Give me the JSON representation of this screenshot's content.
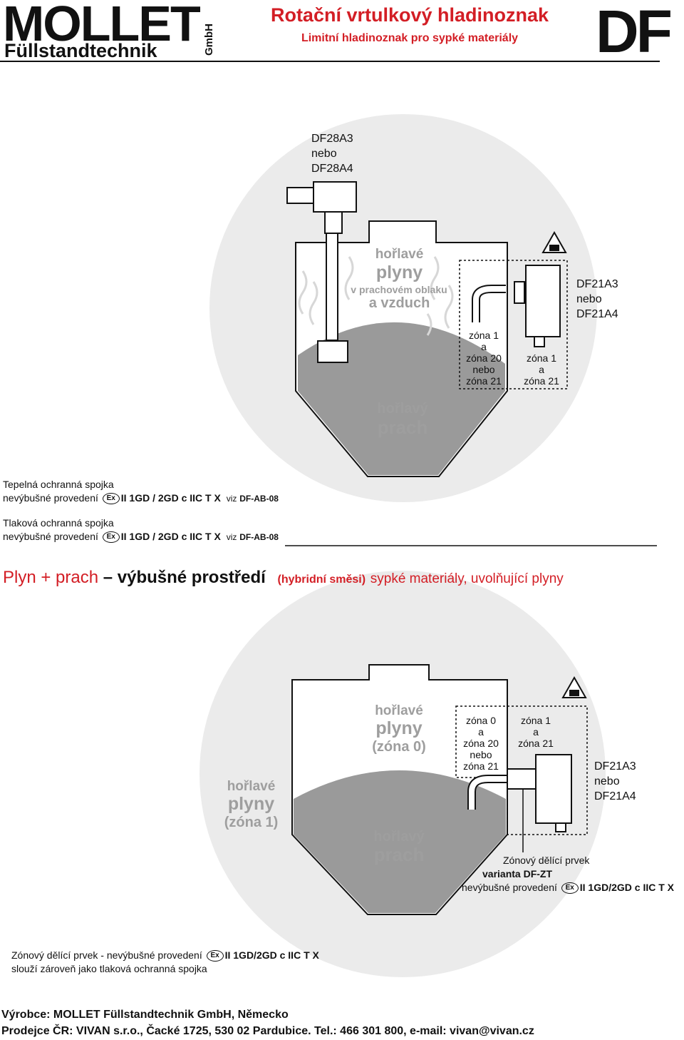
{
  "header": {
    "logo_main": "MOLLET",
    "logo_sub": "Füllstandtechnik",
    "logo_gmbh": "GmbH",
    "title": "Rotační vrtulkový hladinoznak",
    "subtitle": "Limitní hladinoznak pro sypké materiály",
    "product_mark": "DF"
  },
  "diagram1": {
    "model_top_1": "DF28A3",
    "model_top_2": "nebo",
    "model_top_3": "DF28A4",
    "gas_1": "hořlavé",
    "gas_2": "plyny",
    "gas_3": "v prachovém oblaku",
    "gas_4": "a vzduch",
    "zone_left_1": "zóna 1",
    "zone_left_2": "a",
    "zone_left_3": "zóna 20",
    "zone_left_4": "nebo",
    "zone_left_5": "zóna 21",
    "zone_right_1": "zóna 1",
    "zone_right_2": "a",
    "zone_right_3": "zóna 21",
    "model_side_1": "DF21A3",
    "model_side_2": "nebo",
    "model_side_3": "DF21A4",
    "dust_1": "hořlavý",
    "dust_2": "prach"
  },
  "notes1": {
    "thermal_title": "Tepelná ochranná spojka",
    "thermal_prefix": "nevýbušné provedení",
    "thermal_spec": "II 1GD / 2GD c IIC T X",
    "thermal_viz": "viz",
    "thermal_ref": "DF-AB-08",
    "pressure_title": "Tlaková ochranná spojka",
    "pressure_prefix": "nevýbušné provedení",
    "pressure_spec": "II 1GD / 2GD c IIC T X",
    "pressure_viz": "viz",
    "pressure_ref": "DF-AB-08",
    "ex_symbol": "Ex"
  },
  "section_heading": {
    "part1": "Plyn + prach",
    "dash": " – ",
    "part2": "výbušné prostředí",
    "part3": "(hybridní směsi)",
    "part4": "sypké materiály, uvolňující plyny"
  },
  "diagram2": {
    "gas_top_1": "hořlavé",
    "gas_top_2": "plyny",
    "gas_top_3": "(zóna 0)",
    "gas_left_1": "hořlavé",
    "gas_left_2": "plyny",
    "gas_left_3": "(zóna 1)",
    "zone_a_1": "zóna 0",
    "zone_a_2": "a",
    "zone_a_3": "zóna 20",
    "zone_a_4": "nebo",
    "zone_a_5": "zóna 21",
    "zone_b_1": "zóna 1",
    "zone_b_2": "a",
    "zone_b_3": "zóna 21",
    "model_side_1": "DF21A3",
    "model_side_2": "nebo",
    "model_side_3": "DF21A4",
    "dust_1": "hořlavý",
    "dust_2": "prach",
    "divider_1": "Zónový dělící prvek",
    "divider_2": "varianta DF-ZT",
    "divider_3_prefix": "nevýbušné provedení",
    "divider_3_spec": "II 1GD/2GD c IIC T X"
  },
  "notes2": {
    "line1_prefix": "Zónový dělící prvek - nevýbušné provedení",
    "line1_spec": "II 1GD/2GD c IIC T X",
    "line2": "slouží zároveň jako tlaková ochranná spojka"
  },
  "footer": {
    "line1": "Výrobce: MOLLET Füllstandtechnik GmbH, Německo",
    "line2": "Prodejce ČR: VIVAN s.r.o., Čacké 1725, 530 02 Pardubice. Tel.: 466 301 800, e-mail: vivan@vivan.cz"
  },
  "colors": {
    "brand_red": "#d31e25",
    "circle_gray": "#ebebeb",
    "dust_gray": "#9a9a9a"
  }
}
